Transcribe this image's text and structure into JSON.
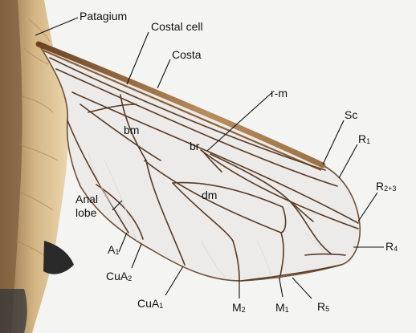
{
  "diagram": {
    "labels": {
      "patagium": "Patagium",
      "costal_cell": "Costal cell",
      "costa": "Costa",
      "r_m": "r-m",
      "sc": "Sc",
      "r1_base": "R",
      "r1_sub": "1",
      "r23_base": "R",
      "r23_sub": "2+3",
      "r4_base": "R",
      "r4_sub": "4",
      "r5_base": "R",
      "r5_sub": "5",
      "bm": "bm",
      "br": "br",
      "dm": "dm",
      "anal_line1": "Anal",
      "anal_line2": "lobe",
      "a1_base": "A",
      "a1_sub": "1",
      "cua2_base": "CuA",
      "cua2_sub": "2",
      "cua1_base": "CuA",
      "cua1_sub": "1",
      "m2_base": "M",
      "m2_sub": "2",
      "m1_base": "M",
      "m1_sub": "1"
    },
    "colors": {
      "vein": "#5a3a22",
      "costa": "#7a5230",
      "leader": "#111111",
      "membrane": "#eeeeed",
      "fur": "#c9a977"
    }
  }
}
